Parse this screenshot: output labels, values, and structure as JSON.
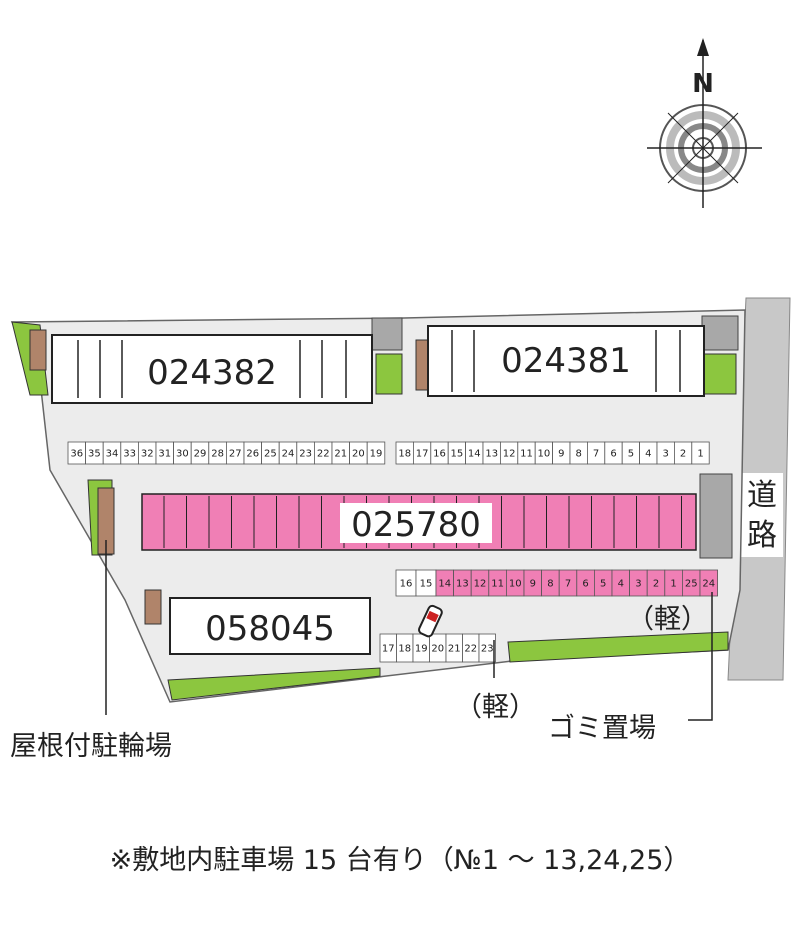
{
  "compass": {
    "north_label": "N"
  },
  "road": {
    "label": "道路"
  },
  "buildings": {
    "b1": "024382",
    "b2": "024381",
    "b3": "025780",
    "b4": "058045"
  },
  "parking": {
    "top_row_left": [
      "36",
      "35",
      "34",
      "33",
      "32",
      "31",
      "30",
      "29",
      "28",
      "27",
      "26",
      "25",
      "24",
      "23",
      "22",
      "21",
      "20",
      "19"
    ],
    "top_row_right": [
      "18",
      "17",
      "16",
      "15",
      "14",
      "13",
      "12",
      "11",
      "10",
      "9",
      "8",
      "7",
      "6",
      "5",
      "4",
      "3",
      "2",
      "1"
    ],
    "mid_row_plain": [
      "16",
      "15"
    ],
    "mid_row_pink": [
      "14",
      "13",
      "12",
      "11",
      "10",
      "9",
      "8",
      "7",
      "6",
      "5",
      "4",
      "3",
      "2",
      "1",
      "25",
      "24"
    ],
    "bottom_row": [
      "17",
      "18",
      "19",
      "20",
      "21",
      "22",
      "23"
    ]
  },
  "labels": {
    "kei_right": "（軽）",
    "kei_bottom": "（軽）",
    "garbage": "ゴミ置場",
    "bike": "屋根付駐輪場"
  },
  "note": "※敷地内駐車場 15 台有り（№1 ～ 13,24,25）",
  "colors": {
    "pink": "#f07fb5",
    "green": "#8cc63f",
    "road": "#c8c8c8",
    "lot": "#ececec"
  }
}
